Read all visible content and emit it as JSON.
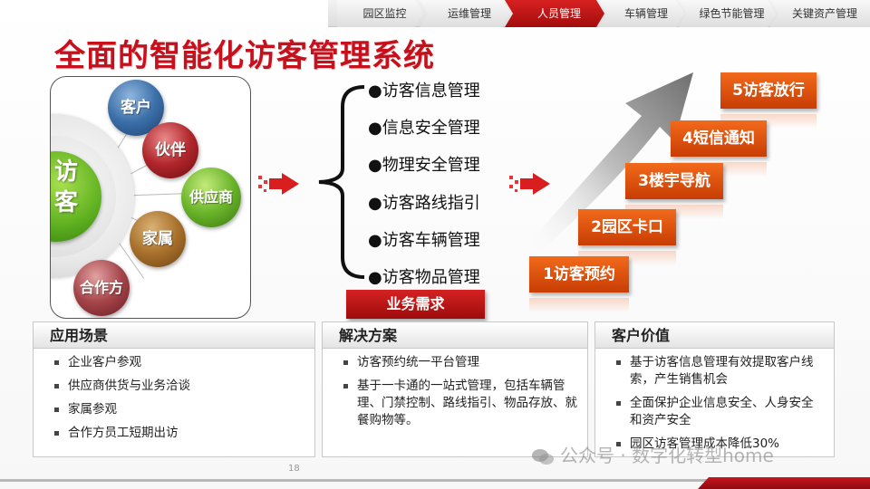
{
  "nav": {
    "tabs": [
      {
        "label": "园区监控",
        "active": false
      },
      {
        "label": "运维管理",
        "active": false
      },
      {
        "label": "人员管理",
        "active": true
      },
      {
        "label": "车辆管理",
        "active": false
      },
      {
        "label": "绿色节能管理",
        "active": false
      },
      {
        "label": "关键资产管理",
        "active": false
      }
    ]
  },
  "title": "全面的智能化访客管理系统",
  "visitor_diagram": {
    "core": "访客",
    "types": [
      "客户",
      "伙伴",
      "供应商",
      "家属",
      "合作方"
    ]
  },
  "needs": {
    "items": [
      "●访客信息管理",
      "●信息安全管理",
      "●物理安全管理",
      "●访客路线指引",
      "●访客车辆管理",
      "●访客物品管理"
    ],
    "label": "业务需求"
  },
  "process_steps": [
    "1访客预约",
    "2园区卡口",
    "3楼宇导航",
    "4短信通知",
    "5访客放行"
  ],
  "boxes": [
    {
      "title": "应用场景",
      "items": [
        "企业客户参观",
        "供应商供货与业务洽谈",
        "家属参观",
        "合作方员工短期出访"
      ]
    },
    {
      "title": "解决方案",
      "items": [
        "访客预约统一平台管理",
        "基于一卡通的一站式管理，包括车辆管理、门禁控制、路线指引、物品存放、就餐购物等。"
      ]
    },
    {
      "title": "客户价值",
      "items": [
        "基于访客信息管理有效提取客户线索，产生销售机会",
        "全面保护企业信息安全、人身安全和资产安全",
        "园区访客管理成本降低30%"
      ]
    }
  ],
  "page_number": "18",
  "watermark": "公众号 · 数字化转型home",
  "colors": {
    "brand_red": "#c8101d",
    "step_orange": "#e2520e",
    "core_green": "#5fb020"
  }
}
